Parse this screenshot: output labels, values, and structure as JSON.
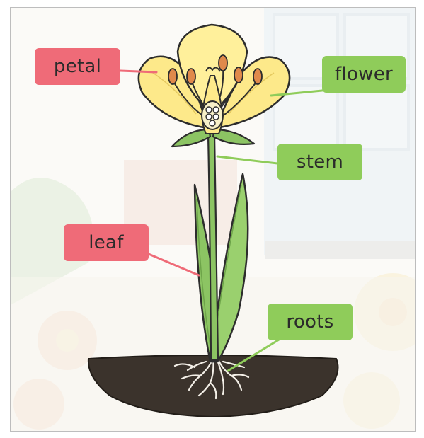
{
  "labels": {
    "petal": "petal",
    "flower": "flower",
    "stem": "stem",
    "leaf": "leaf",
    "roots": "roots"
  },
  "colors": {
    "label_red": "#ef6b78",
    "label_green": "#8fcc5a",
    "petal_fill": "#fde98a",
    "stem_leaf_green": "#8cc463",
    "soil": "#3b332c",
    "stamen_tip": "#e0894b"
  }
}
